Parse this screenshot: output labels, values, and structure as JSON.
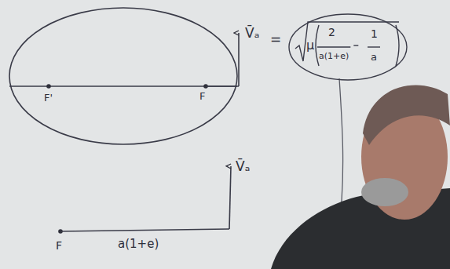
{
  "diagram": {
    "nodes": [
      {
        "text": [
          "μ",
          "2",
          "a(1+e)",
          "1",
          "a"
        ]
      }
    ],
    "labels": [
      "F'",
      "F",
      "V̄ₐ",
      "=",
      "F",
      "a(1+e)",
      "V̄ₐ"
    ]
  }
}
